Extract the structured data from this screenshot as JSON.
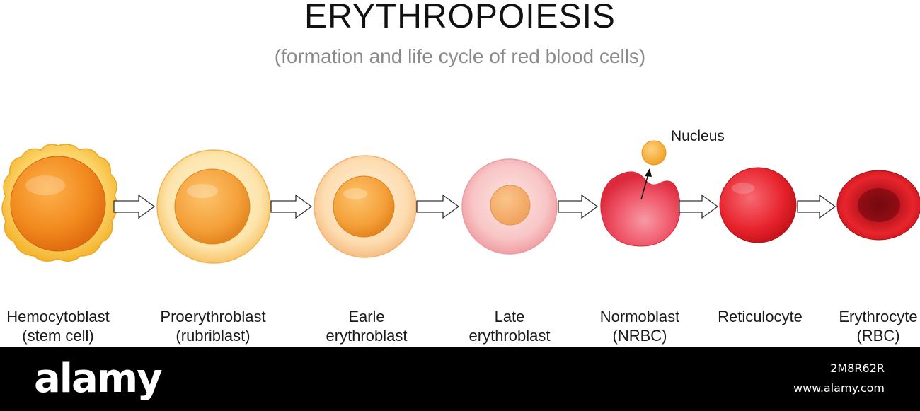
{
  "title": "ERYTHROPOIESIS",
  "subtitle": "(formation and life cycle of red blood cells)",
  "nucleus_label": "Nucleus",
  "stages": [
    {
      "line1": "Hemocytoblast",
      "line2": "(stem cell)"
    },
    {
      "line1": "Proerythroblast",
      "line2": "(rubriblast)"
    },
    {
      "line1": "Earle",
      "line2": "erythroblast"
    },
    {
      "line1": "Late",
      "line2": "erythroblast"
    },
    {
      "line1": "Normoblast",
      "line2": "(NRBC)"
    },
    {
      "line1": "Reticulocyte",
      "line2": ""
    },
    {
      "line1": "Erythrocyte",
      "line2": "(RBC)"
    }
  ],
  "watermark": {
    "logo": "alamy",
    "image_id": "2M8R62R",
    "website": "www.alamy.com"
  },
  "colors": {
    "stem_outer": "#f9c64a",
    "stem_nucleus": "#f08a1c",
    "proerythroblast_outer": "#fde3a8",
    "nucleus_orange": "#f5a33a",
    "late_pink": "#f7c2c4",
    "rbc_red": "#e3222b",
    "erythrocyte_dark": "#9c0d15"
  }
}
